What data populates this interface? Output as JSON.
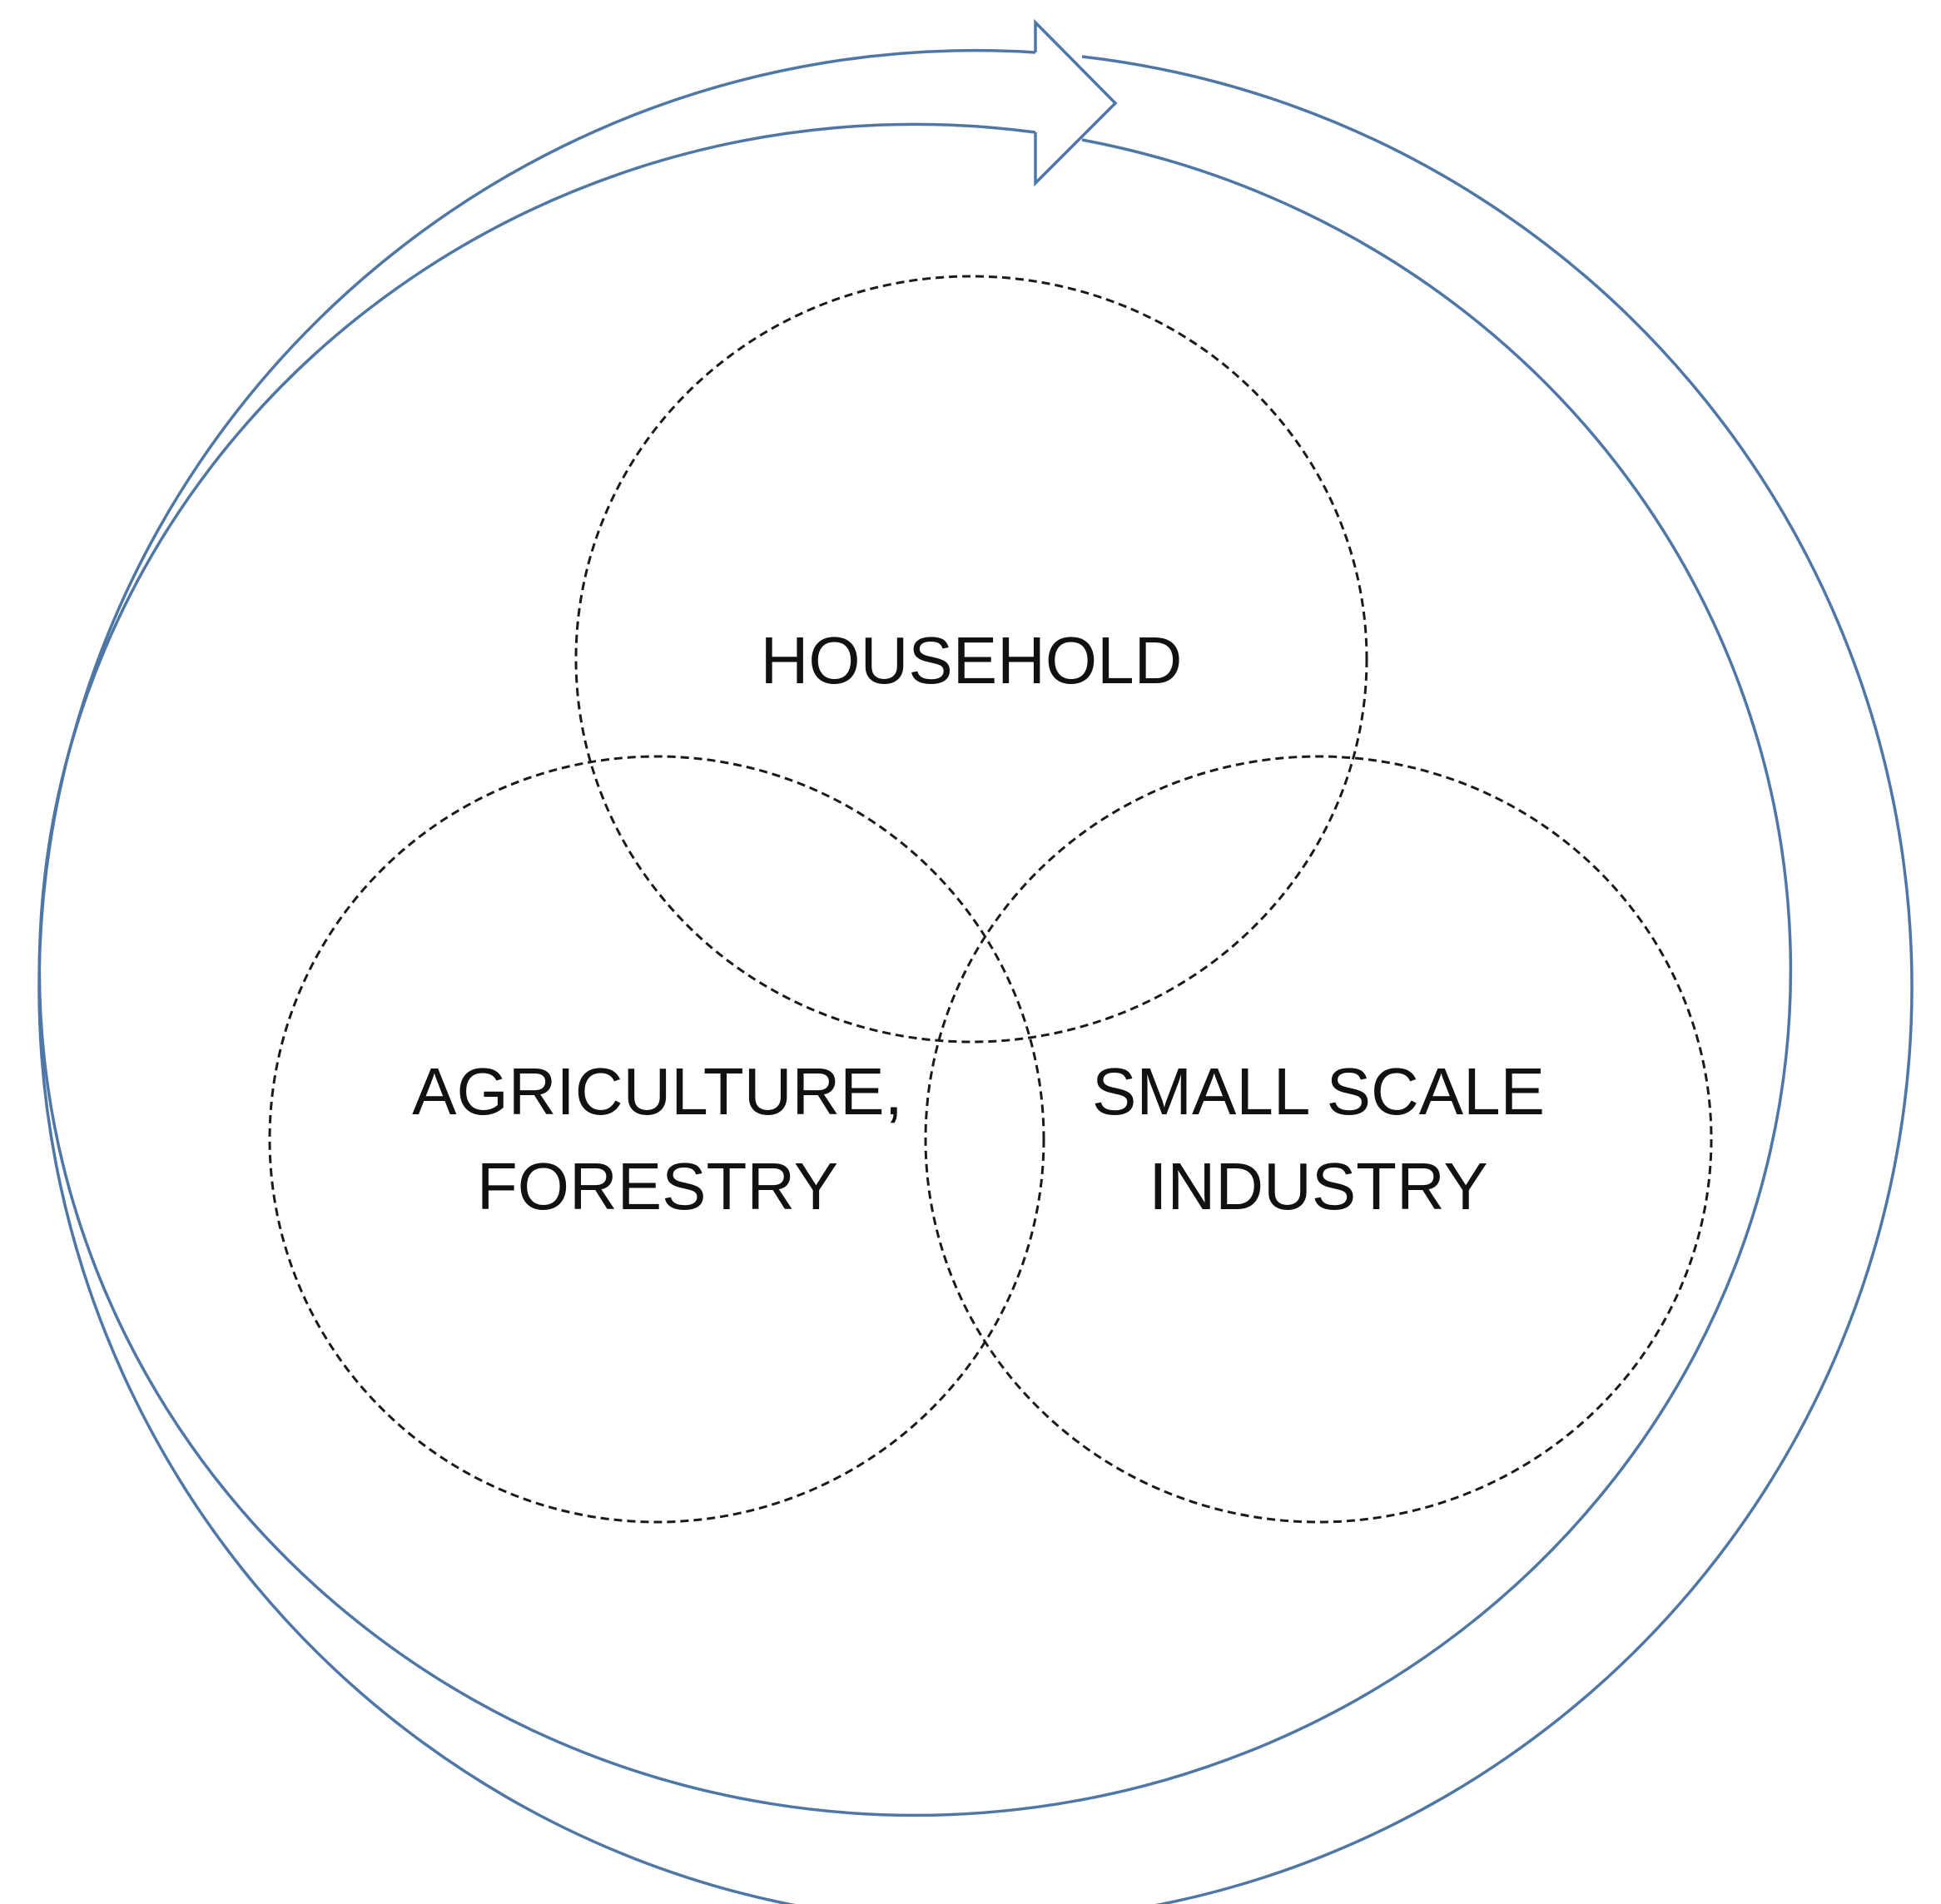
{
  "colors": {
    "cycle_arrow": "#4f77a6",
    "circle_outline": "#1a1a1a",
    "text": "#111111",
    "background": "#ffffff"
  },
  "cycle_arrow": {
    "icon": "circular-arrow-clockwise-icon"
  },
  "circles": {
    "household": {
      "label_lines": [
        "HOUSEHOLD"
      ]
    },
    "agriculture": {
      "label_lines": [
        "AGRICULTURE,",
        "FORESTRY"
      ]
    },
    "industry": {
      "label_lines": [
        "SMALL SCALE",
        "INDUSTRY"
      ]
    }
  }
}
